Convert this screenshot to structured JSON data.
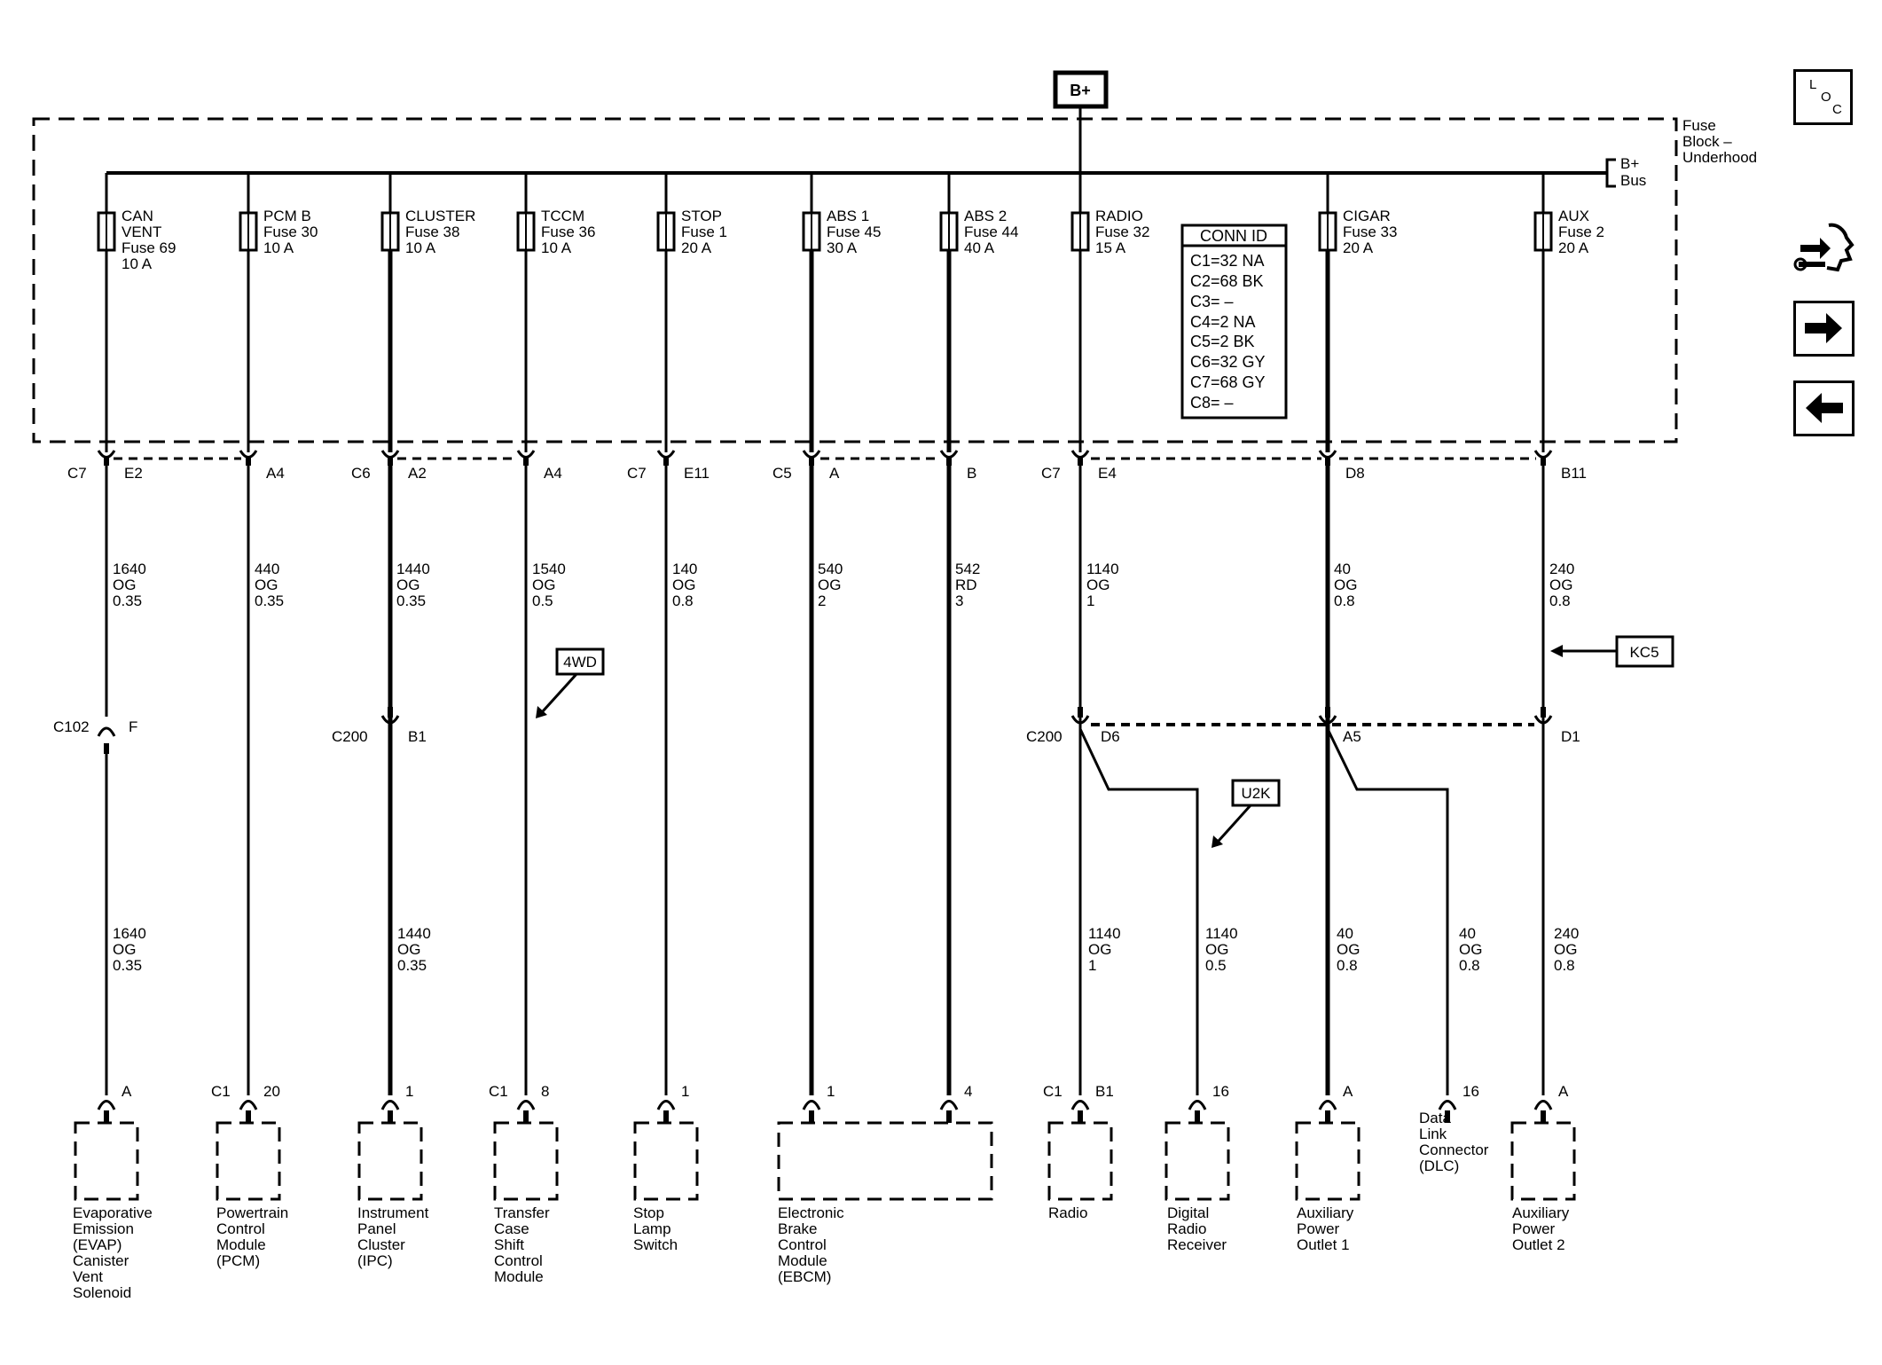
{
  "power_source": "B+",
  "fuse_block": {
    "label_lines": [
      "Fuse",
      "Block –",
      "Underhood"
    ]
  },
  "bus_label_lines": [
    "B+",
    "Bus"
  ],
  "conn_id": {
    "title": "CONN ID",
    "rows": [
      "C1=32 NA",
      "C2=68 BK",
      "C3= –",
      "C4=2 NA",
      "C5=2 BK",
      "C6=32 GY",
      "C7=68 GY",
      "C8= –"
    ]
  },
  "fuses": [
    {
      "name": "CAN\nVENT",
      "fuse": "Fuse 69",
      "amps": "10 A",
      "conn": "C7",
      "pin": "E2",
      "wire": [
        "1640",
        "OG",
        "0.35"
      ]
    },
    {
      "name": "PCM B",
      "fuse": "Fuse 30",
      "amps": "10 A",
      "conn": "",
      "pin": "A4",
      "wire": [
        "440",
        "OG",
        "0.35"
      ]
    },
    {
      "name": "CLUSTER",
      "fuse": "Fuse 38",
      "amps": "10 A",
      "conn": "C6",
      "pin": "A2",
      "wire": [
        "1440",
        "OG",
        "0.35"
      ]
    },
    {
      "name": "TCCM",
      "fuse": "Fuse 36",
      "amps": "10 A",
      "conn": "",
      "pin": "A4",
      "wire": [
        "1540",
        "OG",
        "0.5"
      ]
    },
    {
      "name": "STOP",
      "fuse": "Fuse 1",
      "amps": "20 A",
      "conn": "C7",
      "pin": "E11",
      "wire": [
        "140",
        "OG",
        "0.8"
      ]
    },
    {
      "name": "ABS 1",
      "fuse": "Fuse 45",
      "amps": "30 A",
      "conn": "C5",
      "pin": "A",
      "wire": [
        "540",
        "OG",
        "2"
      ]
    },
    {
      "name": "ABS 2",
      "fuse": "Fuse 44",
      "amps": "40 A",
      "conn": "",
      "pin": "B",
      "wire": [
        "542",
        "RD",
        "3"
      ]
    },
    {
      "name": "RADIO",
      "fuse": "Fuse 32",
      "amps": "15 A",
      "conn": "C7",
      "pin": "E4",
      "wire": [
        "1140",
        "OG",
        "1"
      ]
    },
    {
      "name": "CIGAR",
      "fuse": "Fuse 33",
      "amps": "20 A",
      "conn": "",
      "pin": "D8",
      "wire": [
        "40",
        "OG",
        "0.8"
      ]
    },
    {
      "name": "AUX",
      "fuse": "Fuse 2",
      "amps": "20 A",
      "conn": "",
      "pin": "B11",
      "wire": [
        "240",
        "OG",
        "0.8"
      ]
    }
  ],
  "inline_connectors": [
    {
      "id": "C102",
      "pin": "F"
    },
    {
      "id": "C200",
      "pin": "B1"
    },
    {
      "id": "C200",
      "pin": "D6"
    },
    {
      "pin": "A5"
    },
    {
      "pin": "D1"
    }
  ],
  "lower_wires": [
    [
      "1640",
      "OG",
      "0.35"
    ],
    [
      "1440",
      "OG",
      "0.35"
    ],
    [
      "1140",
      "OG",
      "1"
    ],
    [
      "1140",
      "OG",
      "0.5"
    ],
    [
      "40",
      "OG",
      "0.8"
    ],
    [
      "40",
      "OG",
      "0.8"
    ],
    [
      "240",
      "OG",
      "0.8"
    ]
  ],
  "option_tags": [
    "4WD",
    "U2K",
    "KC5"
  ],
  "components": [
    {
      "pins": [
        "",
        "A"
      ],
      "label": [
        "Evaporative",
        "Emission",
        "(EVAP)",
        "Canister",
        "Vent",
        "Solenoid"
      ]
    },
    {
      "pins": [
        "C1",
        "20"
      ],
      "label": [
        "Powertrain",
        "Control",
        "Module",
        "(PCM)"
      ]
    },
    {
      "pins": [
        "",
        "1"
      ],
      "label": [
        "Instrument",
        "Panel",
        "Cluster",
        "(IPC)"
      ]
    },
    {
      "pins": [
        "C1",
        "8"
      ],
      "label": [
        "Transfer",
        "Case",
        "Shift",
        "Control",
        "Module"
      ]
    },
    {
      "pins": [
        "",
        "1"
      ],
      "label": [
        "Stop",
        "Lamp",
        "Switch"
      ]
    },
    {
      "pins": [
        "",
        "1",
        "4"
      ],
      "label": [
        "Electronic",
        "Brake",
        "Control",
        "Module",
        "(EBCM)"
      ]
    },
    {
      "pins": [
        "C1",
        "B1"
      ],
      "label": [
        "Radio"
      ]
    },
    {
      "pins": [
        "",
        "16"
      ],
      "label": [
        "Digital",
        "Radio",
        "Receiver"
      ]
    },
    {
      "pins": [
        "",
        "A"
      ],
      "label": [
        "Auxiliary",
        "Power",
        "Outlet 1"
      ]
    },
    {
      "pins": [
        "",
        "16"
      ],
      "label": [
        "Data",
        "Link",
        "Connector",
        "(DLC)"
      ]
    },
    {
      "pins": [
        "",
        "A"
      ],
      "label": [
        "Auxiliary",
        "Power",
        "Outlet 2"
      ]
    }
  ],
  "side_icons": [
    "loc-icon",
    "service-info-icon",
    "next-arrow-icon",
    "previous-arrow-icon"
  ],
  "loc_text": [
    "L",
    "O",
    "C"
  ]
}
